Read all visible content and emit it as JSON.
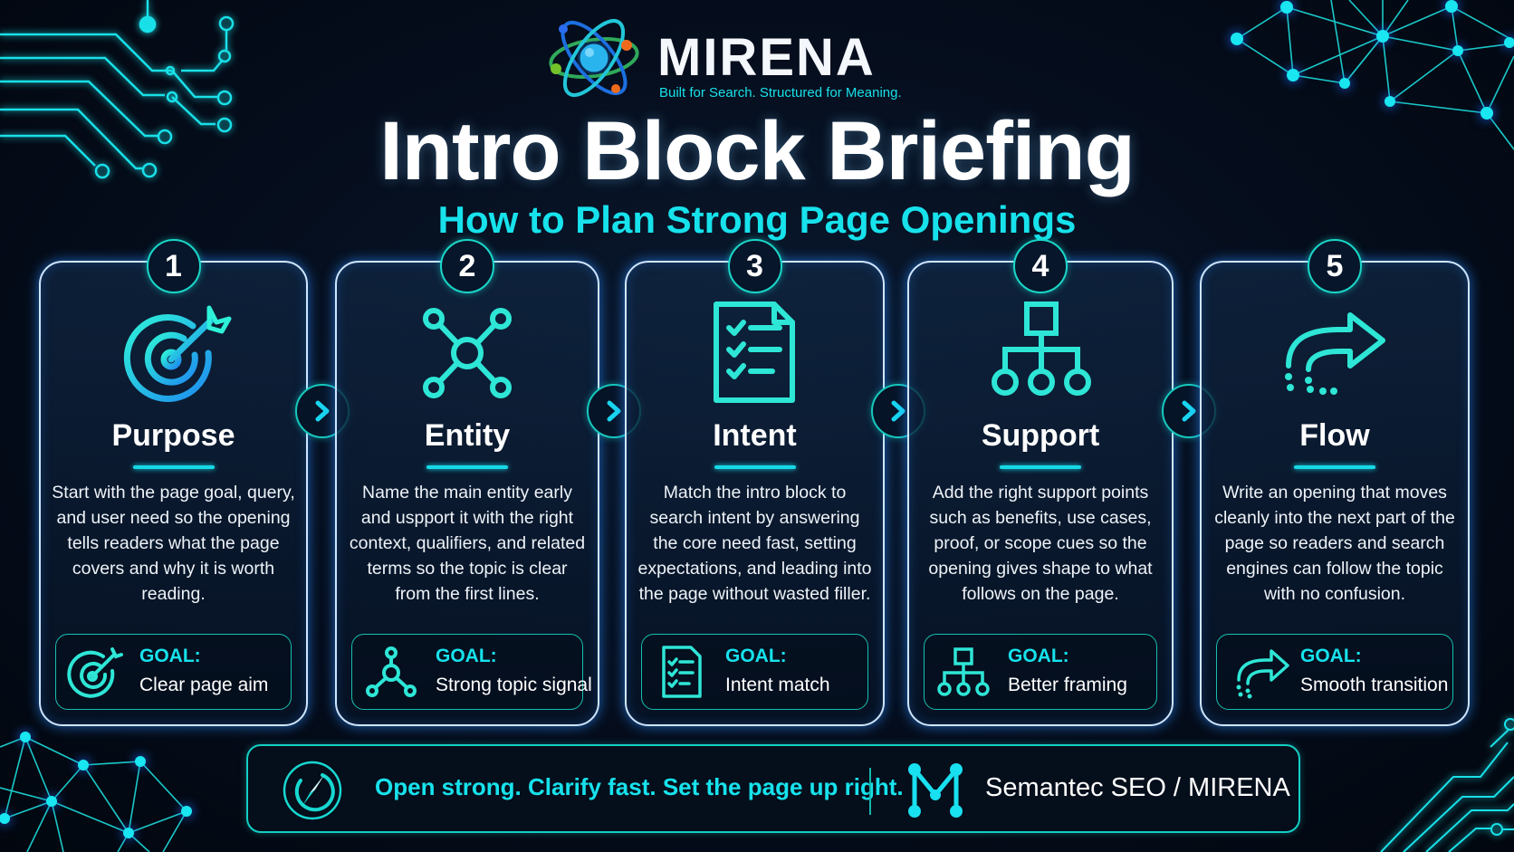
{
  "brand": {
    "name": "MIRENA",
    "tagline": "Built for Search. Structured for Meaning."
  },
  "header": {
    "title": "Intro Block Briefing",
    "subtitle": "How to Plan Strong Page Openings"
  },
  "colors": {
    "background": "#030a17",
    "accent_cyan": "#17e2ec",
    "teal_border": "#16bfae",
    "card_border": "#cfe6ff",
    "glow_blue": "#288cff"
  },
  "steps": [
    {
      "number": "1",
      "icon": "target-arrow-icon",
      "title": "Purpose",
      "description": "Start with the page goal, query, and user need so the opening tells readers what the page covers and why it is worth reading.",
      "goal_label": "GOAL:",
      "goal_value": "Clear page aim"
    },
    {
      "number": "2",
      "icon": "entity-network-icon",
      "title": "Entity",
      "description": "Name the main entity early and uspport it with the right context, qualifiers, and related terms so the topic is clear from the first lines.",
      "goal_label": "GOAL:",
      "goal_value": "Strong topic signal"
    },
    {
      "number": "3",
      "icon": "checklist-document-icon",
      "title": "Intent",
      "description": "Match the intro block to search intent by answering the core need fast, setting expectations, and leading into the page without wasted filler.",
      "goal_label": "GOAL:",
      "goal_value": "Intent match"
    },
    {
      "number": "4",
      "icon": "hierarchy-tree-icon",
      "title": "Support",
      "description": "Add the right support points such as benefits, use cases, proof, or scope cues so the opening gives shape to what follows on the page.",
      "goal_label": "GOAL:",
      "goal_value": "Better framing"
    },
    {
      "number": "5",
      "icon": "curved-arrow-flow-icon",
      "title": "Flow",
      "description": "Write an opening that moves cleanly into the next part of the page so readers and search engines can follow the topic with no confusion.",
      "goal_label": "GOAL:",
      "goal_value": "Smooth transition"
    }
  ],
  "footer": {
    "icon": "compass-icon",
    "slogan": "Open strong. Clarify fast. Set the page up right.",
    "brand_icon": "m-network-logo-icon",
    "brand_text": "Semantec SEO / MIRENA"
  }
}
